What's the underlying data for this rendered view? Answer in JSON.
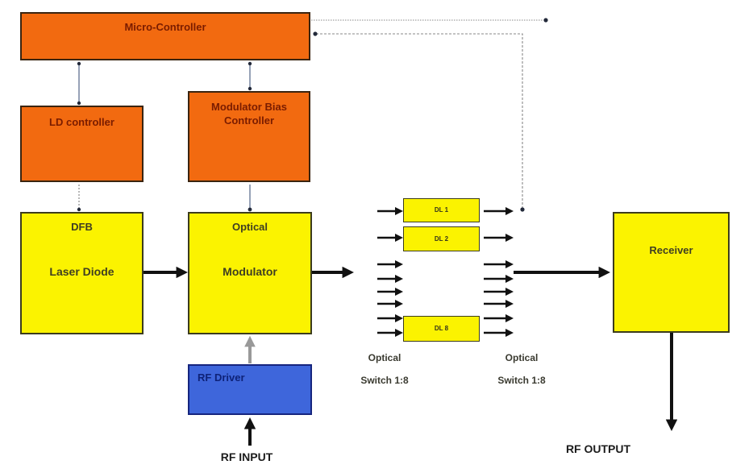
{
  "diagram": {
    "boxes": {
      "micro_controller": {
        "label": "Micro-Controller"
      },
      "ld_controller": {
        "label": "LD controller"
      },
      "modulator_bias_controller": {
        "label": "Modulator Bias Controller"
      },
      "laser_diode": {
        "label_top": "DFB",
        "label_main": "Laser Diode"
      },
      "optical_modulator": {
        "label_top": "Optical",
        "label_main": "Modulator"
      },
      "rf_driver": {
        "label": "RF Driver"
      },
      "receiver": {
        "label": "Receiver"
      },
      "delay_line_1": {
        "label": "DL 1"
      },
      "delay_line_2": {
        "label": "DL 2"
      },
      "delay_line_8": {
        "label": "DL 8"
      }
    },
    "labels": {
      "switch1": {
        "line1": "Optical",
        "line2": "Switch 1:8"
      },
      "switch2": {
        "line1": "Optical",
        "line2": "Switch 1:8"
      },
      "rf_input": "RF INPUT",
      "rf_output": "RF OUTPUT"
    },
    "colors": {
      "orange": "#F26A10",
      "yellow": "#FBF300",
      "blue": "#3E66DB",
      "black": "#111111",
      "gray": "#999999",
      "dash": "#888888",
      "slate": "#5F7090",
      "maroon": "#7A1C00",
      "darkolive": "#3F3E22",
      "navy": "#0E2278"
    }
  }
}
